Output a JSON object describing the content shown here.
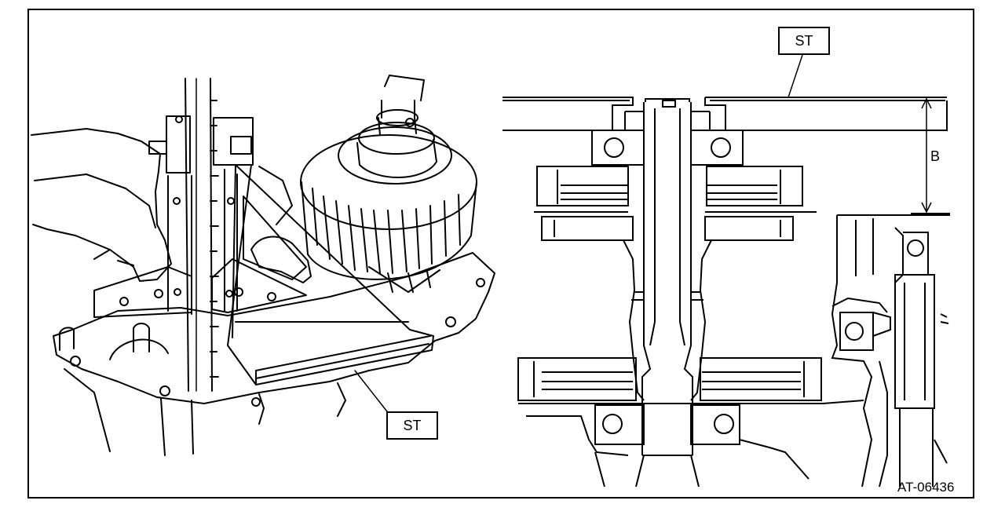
{
  "labels": {
    "special_tool_right": "ST",
    "special_tool_left": "ST",
    "dimension": "B"
  },
  "figure_id": "AT-06436"
}
